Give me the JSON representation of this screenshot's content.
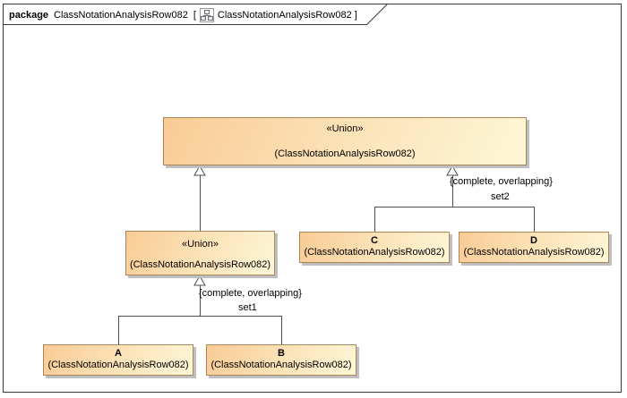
{
  "frame": {
    "header": {
      "kind_label": "package",
      "model_name": "ClassNotationAnalysisRow082",
      "open_bracket": "[",
      "diagram_name": "ClassNotationAnalysisRow082",
      "close_bracket": "]",
      "icon": "class-diagram-icon"
    }
  },
  "classes": {
    "top_union": {
      "stereotype": "«Union»",
      "name": "(ClassNotationAnalysisRow082)"
    },
    "left_union": {
      "stereotype": "«Union»",
      "name": "(ClassNotationAnalysisRow082)"
    },
    "c": {
      "name": "C",
      "subtitle": "(ClassNotationAnalysisRow082)"
    },
    "d": {
      "name": "D",
      "subtitle": "(ClassNotationAnalysisRow082)"
    },
    "a": {
      "name": "A",
      "subtitle": "(ClassNotationAnalysisRow082)"
    },
    "b": {
      "name": "B",
      "subtitle": "(ClassNotationAnalysisRow082)"
    }
  },
  "generalization_sets": {
    "set2": {
      "constraint": "{complete, overlapping}",
      "name": "set2"
    },
    "set1": {
      "constraint": "{complete, overlapping}",
      "name": "set1"
    }
  },
  "colors": {
    "box_gradient_start": "#f9cb95",
    "box_gradient_end": "#fdf7d7",
    "box_border": "#a8855a",
    "box_shadow": "#bfbfbf",
    "connector": "#4d4d4d",
    "frame_border": "#383838",
    "text": "#000000",
    "background": "#ffffff"
  }
}
